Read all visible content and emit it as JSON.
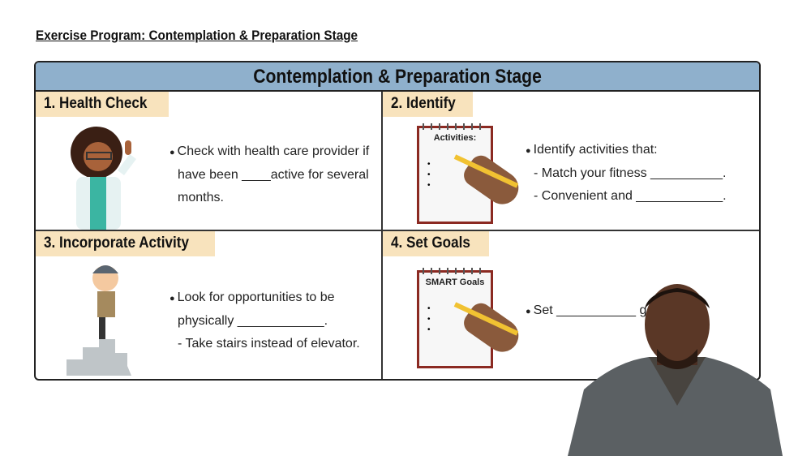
{
  "page_title": "Exercise Program: Contemplation & Preparation Stage",
  "table": {
    "header": "Contemplation & Preparation Stage",
    "cells": [
      {
        "label": "1. Health Check",
        "lines": [
          "Check with health care provider if",
          "have been ____active for several",
          "months."
        ]
      },
      {
        "label": "2. Identify",
        "pad_title": "Activities:",
        "lines": [
          "Identify activities that:",
          "- Match your fitness __________.",
          "- Convenient and ____________."
        ]
      },
      {
        "label": "3. Incorporate Activity",
        "lines": [
          "Look for opportunities to be",
          "physically ____________.",
          "- Take stairs instead of elevator."
        ]
      },
      {
        "label": "4. Set Goals",
        "pad_title": "SMART Goals",
        "lines": [
          "Set ___________ g"
        ]
      }
    ]
  },
  "colors": {
    "header_bg": "#8fb0cc",
    "label_bg": "#f8e3bd",
    "border": "#222222"
  }
}
